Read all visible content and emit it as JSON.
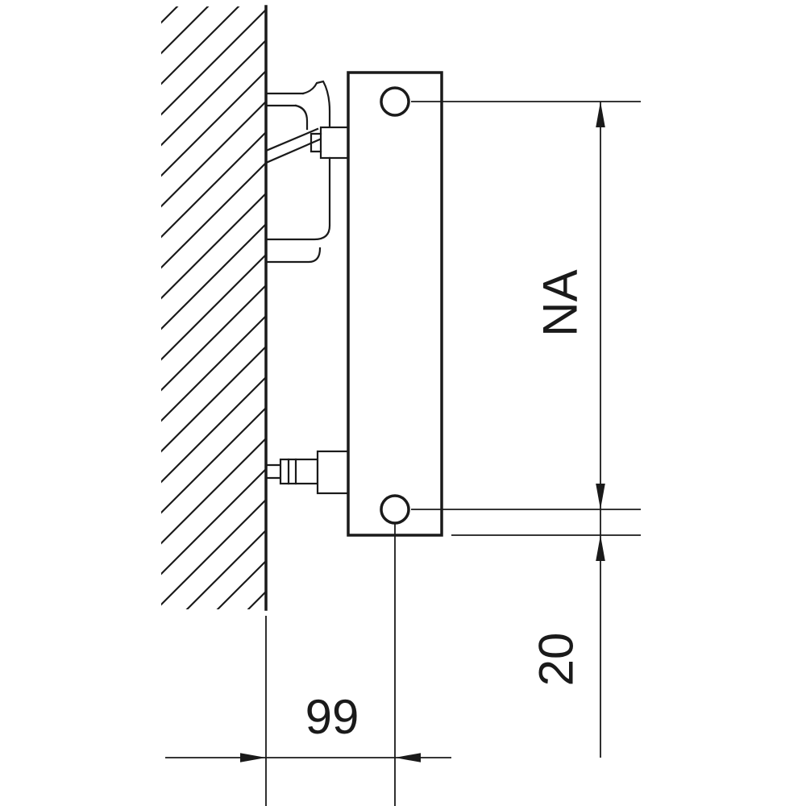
{
  "diagram": {
    "kind": "technical-dimension-drawing",
    "subject": "radiator side view with wall mounting bracket",
    "dimensions": {
      "height_axis_label": "NA",
      "bottom_pipe_offset": "20",
      "wall_to_pipe_axis": "99"
    },
    "colors": {
      "line": "#1a1a1a",
      "background": "#ffffff"
    }
  }
}
